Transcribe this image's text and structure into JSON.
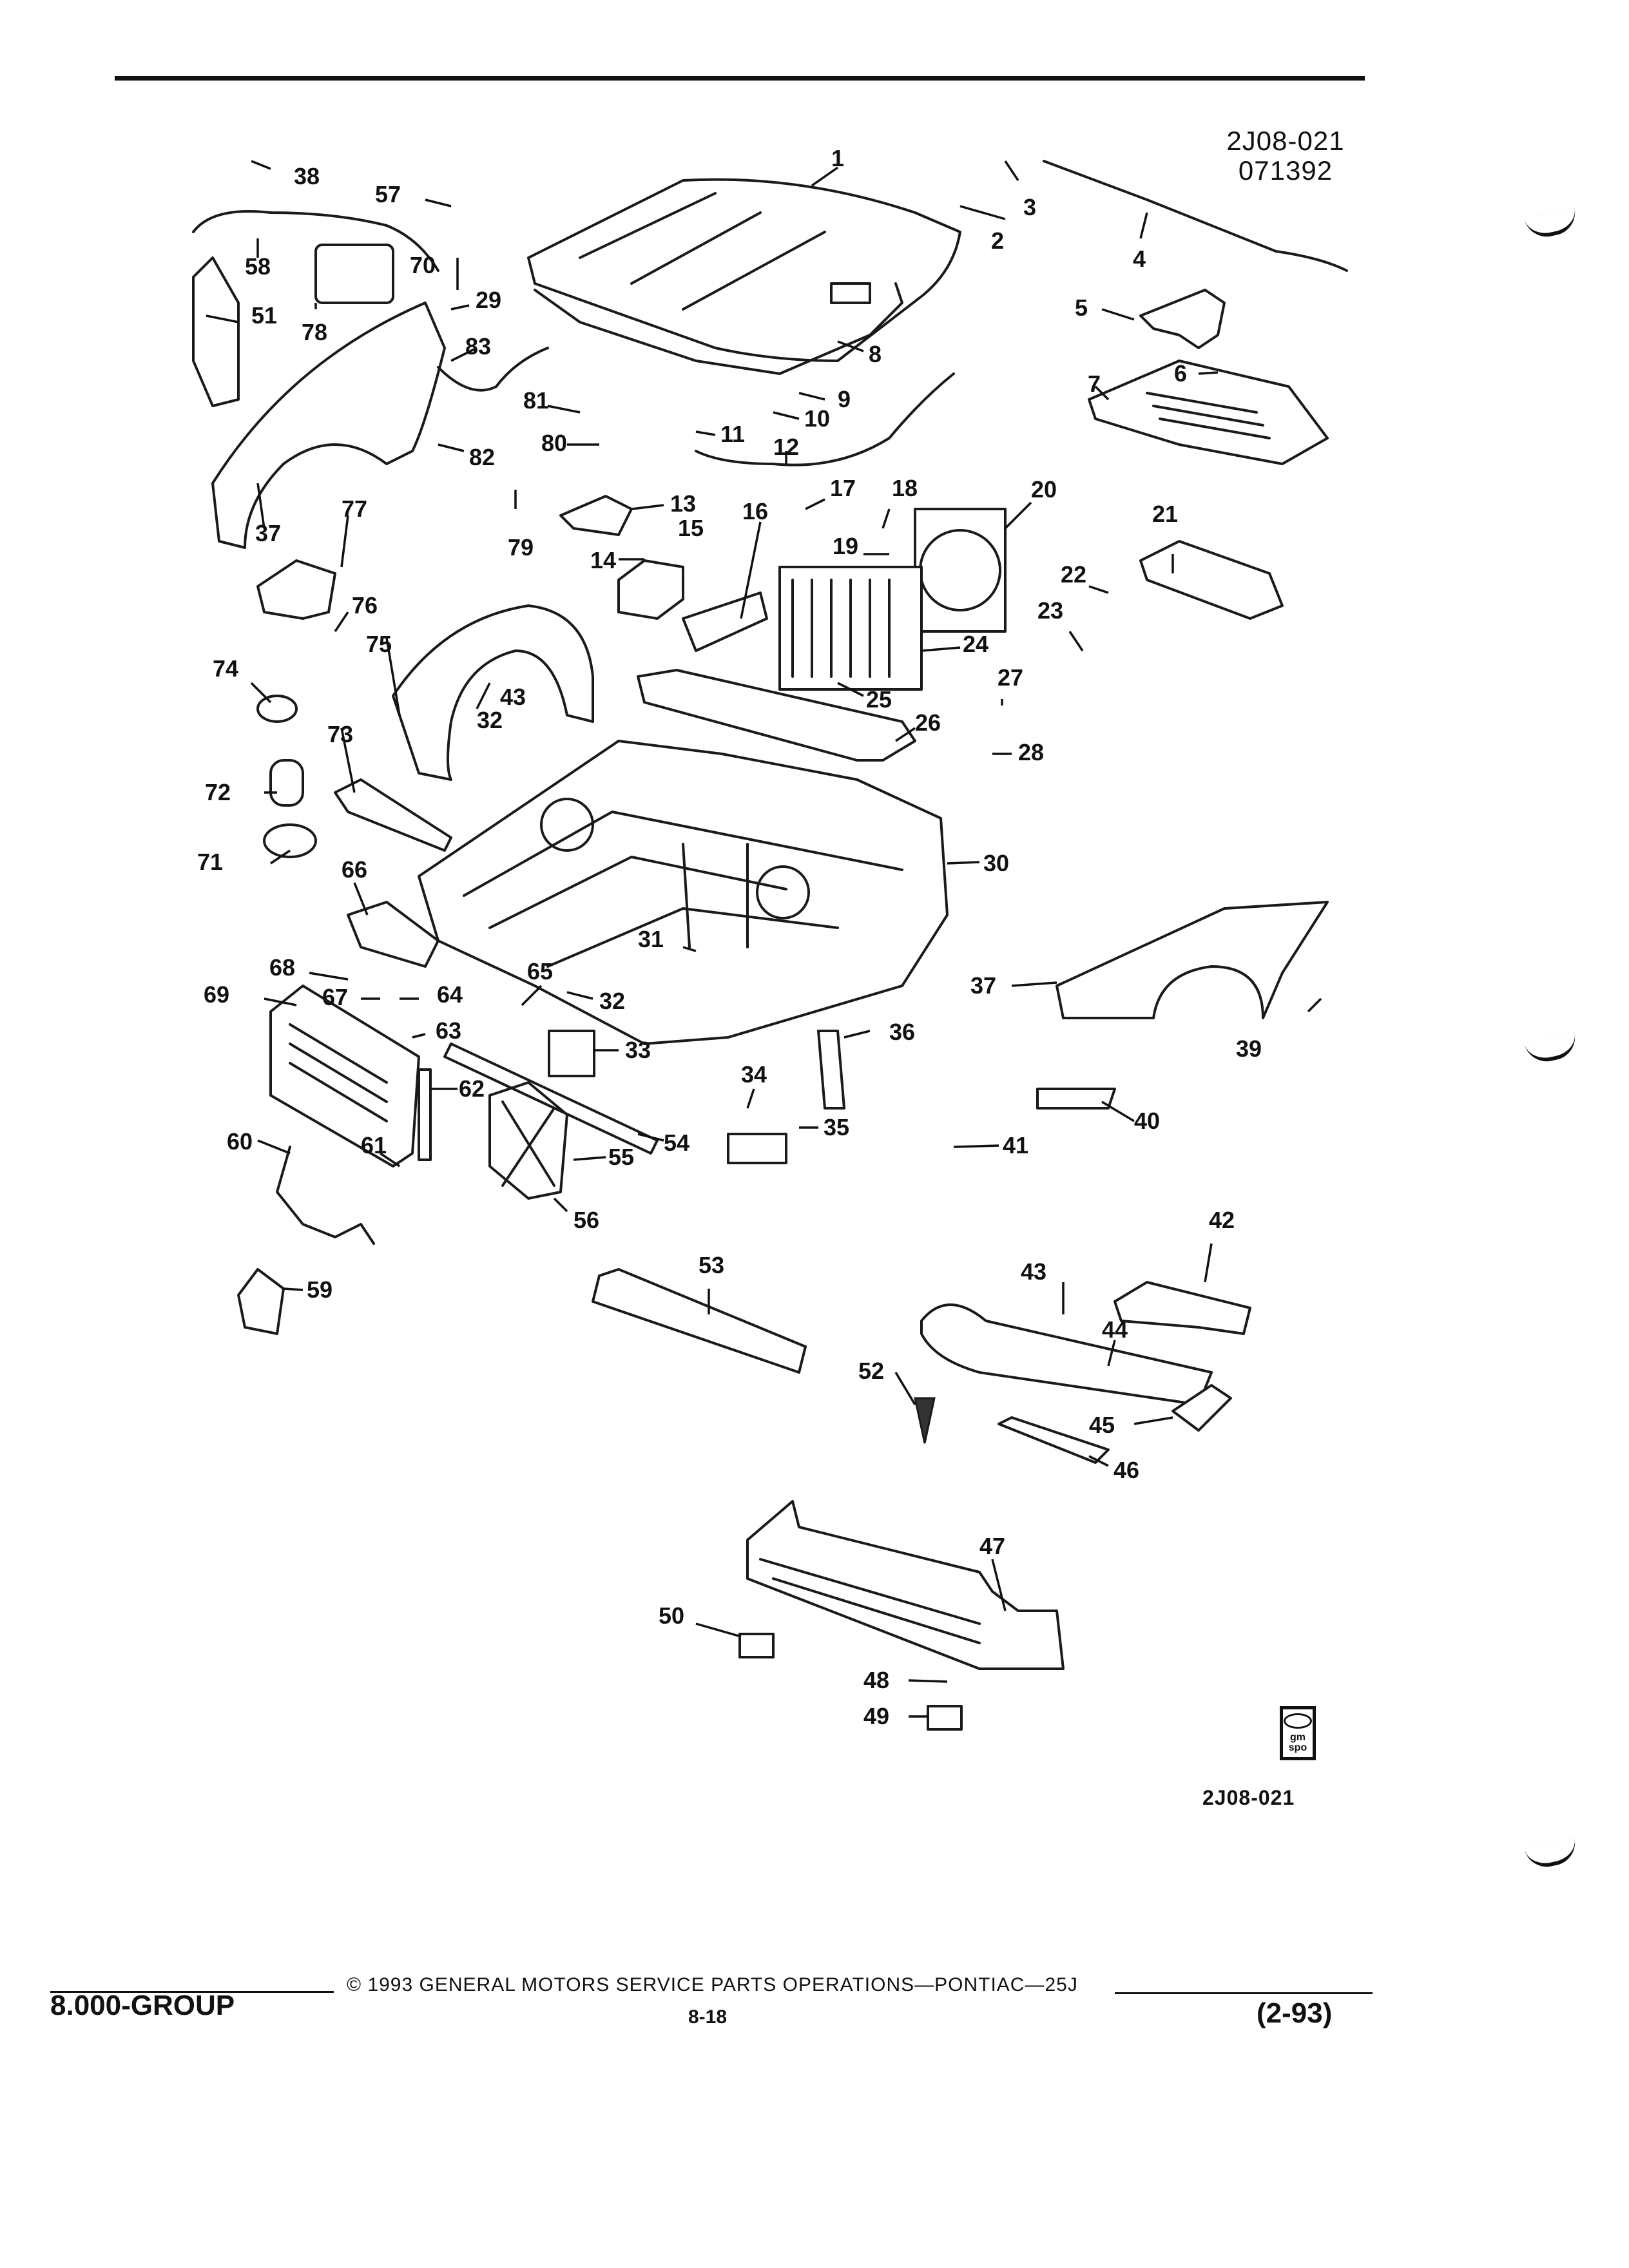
{
  "header": {
    "code_line1": "2J08-021",
    "code_line2": "071392"
  },
  "callouts": [
    {
      "id": "c1",
      "text": "1"
    },
    {
      "id": "c2",
      "text": "2"
    },
    {
      "id": "c3",
      "text": "3"
    },
    {
      "id": "c4",
      "text": "4"
    },
    {
      "id": "c5",
      "text": "5"
    },
    {
      "id": "c6",
      "text": "6"
    },
    {
      "id": "c7",
      "text": "7"
    },
    {
      "id": "c8",
      "text": "8"
    },
    {
      "id": "c9",
      "text": "9"
    },
    {
      "id": "c10",
      "text": "10"
    },
    {
      "id": "c11",
      "text": "11"
    },
    {
      "id": "c12",
      "text": "12"
    },
    {
      "id": "c13",
      "text": "13"
    },
    {
      "id": "c14",
      "text": "14"
    },
    {
      "id": "c15",
      "text": "15"
    },
    {
      "id": "c16",
      "text": "16"
    },
    {
      "id": "c17",
      "text": "17"
    },
    {
      "id": "c18",
      "text": "18"
    },
    {
      "id": "c19",
      "text": "19"
    },
    {
      "id": "c20",
      "text": "20"
    },
    {
      "id": "c21",
      "text": "21"
    },
    {
      "id": "c22",
      "text": "22"
    },
    {
      "id": "c23",
      "text": "23"
    },
    {
      "id": "c24",
      "text": "24"
    },
    {
      "id": "c25",
      "text": "25"
    },
    {
      "id": "c26",
      "text": "26"
    },
    {
      "id": "c27",
      "text": "27"
    },
    {
      "id": "c28",
      "text": "28"
    },
    {
      "id": "c29",
      "text": "29"
    },
    {
      "id": "c30",
      "text": "30"
    },
    {
      "id": "c31",
      "text": "31"
    },
    {
      "id": "c32a",
      "text": "32"
    },
    {
      "id": "c32b",
      "text": "32"
    },
    {
      "id": "c33",
      "text": "33"
    },
    {
      "id": "c34",
      "text": "34"
    },
    {
      "id": "c35",
      "text": "35"
    },
    {
      "id": "c36",
      "text": "36"
    },
    {
      "id": "c37a",
      "text": "37"
    },
    {
      "id": "c37b",
      "text": "37"
    },
    {
      "id": "c38",
      "text": "38"
    },
    {
      "id": "c39",
      "text": "39"
    },
    {
      "id": "c40",
      "text": "40"
    },
    {
      "id": "c41",
      "text": "41"
    },
    {
      "id": "c42",
      "text": "42"
    },
    {
      "id": "c43a",
      "text": "43"
    },
    {
      "id": "c43b",
      "text": "43"
    },
    {
      "id": "c44",
      "text": "44"
    },
    {
      "id": "c45",
      "text": "45"
    },
    {
      "id": "c46",
      "text": "46"
    },
    {
      "id": "c47",
      "text": "47"
    },
    {
      "id": "c48",
      "text": "48"
    },
    {
      "id": "c49",
      "text": "49"
    },
    {
      "id": "c50",
      "text": "50"
    },
    {
      "id": "c51",
      "text": "51"
    },
    {
      "id": "c52",
      "text": "52"
    },
    {
      "id": "c53",
      "text": "53"
    },
    {
      "id": "c54",
      "text": "54"
    },
    {
      "id": "c55",
      "text": "55"
    },
    {
      "id": "c56",
      "text": "56"
    },
    {
      "id": "c57",
      "text": "57"
    },
    {
      "id": "c58",
      "text": "58"
    },
    {
      "id": "c59",
      "text": "59"
    },
    {
      "id": "c60",
      "text": "60"
    },
    {
      "id": "c61",
      "text": "61"
    },
    {
      "id": "c62",
      "text": "62"
    },
    {
      "id": "c63",
      "text": "63"
    },
    {
      "id": "c64",
      "text": "64"
    },
    {
      "id": "c65",
      "text": "65"
    },
    {
      "id": "c66",
      "text": "66"
    },
    {
      "id": "c67",
      "text": "67"
    },
    {
      "id": "c68",
      "text": "68"
    },
    {
      "id": "c69",
      "text": "69"
    },
    {
      "id": "c70",
      "text": "70"
    },
    {
      "id": "c71",
      "text": "71"
    },
    {
      "id": "c72",
      "text": "72"
    },
    {
      "id": "c73",
      "text": "73"
    },
    {
      "id": "c74",
      "text": "74"
    },
    {
      "id": "c75",
      "text": "75"
    },
    {
      "id": "c76",
      "text": "76"
    },
    {
      "id": "c77",
      "text": "77"
    },
    {
      "id": "c78",
      "text": "78"
    },
    {
      "id": "c79",
      "text": "79"
    },
    {
      "id": "c80",
      "text": "80"
    },
    {
      "id": "c81",
      "text": "81"
    },
    {
      "id": "c82",
      "text": "82"
    },
    {
      "id": "c83",
      "text": "83"
    }
  ],
  "logo": {
    "text": "gm\nspo"
  },
  "bottom_code": "2J08-021",
  "footer": {
    "group": "8.000-GROUP",
    "copyright": "© 1993 GENERAL MOTORS SERVICE PARTS OPERATIONS—PONTIAC—25J",
    "page": "8-18",
    "date": "(2-93)"
  }
}
